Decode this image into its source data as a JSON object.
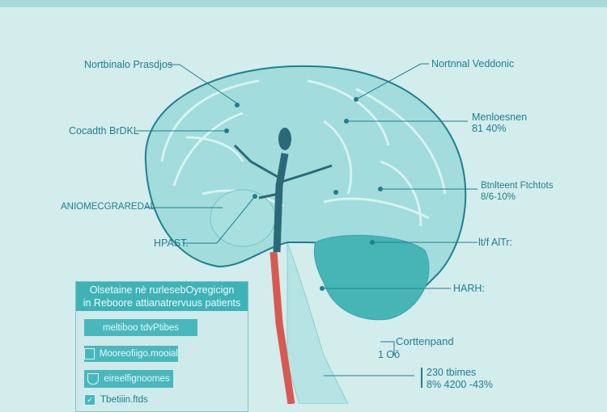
{
  "labels": {
    "left": [
      {
        "text": "Nortbinalo Prasdjos"
      },
      {
        "text": "Cocadth BrDKL"
      },
      {
        "text": "ANIOMECGRAREDAL"
      },
      {
        "text": "HPAST."
      }
    ],
    "right": [
      {
        "title": "Nortnnal Veddonic"
      },
      {
        "title": "Menloesnen",
        "value": "81 40%"
      },
      {
        "title": "Btnlteent Ftchtots",
        "value": "8/6-10%"
      },
      {
        "title": "lt/f AlTr:"
      },
      {
        "title": "HARH:"
      }
    ],
    "bottom": {
      "corr_title": "Corttenpand",
      "corr_value": "1 Oǒ",
      "stat_title": "230 tbimes",
      "stat_value": "8% 4200 -43%"
    }
  },
  "panel": {
    "title_line1": "Olsetaine nè rurlesebOyregicign",
    "title_line2": "in Reboore attianatrervuus patients",
    "items": [
      {
        "label": "meltiboo tdvPtibes",
        "icon": null
      },
      {
        "label": "Mooreofiigo.mooial",
        "icon": "edit-icon"
      },
      {
        "label": "eireelfignoomes",
        "icon": "shield-icon"
      },
      {
        "label": "Tbetiiin.ftds",
        "icon": "check-icon"
      }
    ]
  },
  "colors": {
    "background": "#d3ecec",
    "brain": "#9fdcdc",
    "accent": "#3fb2b8",
    "vessel": "#d65a52",
    "line": "#1f7f8e"
  }
}
